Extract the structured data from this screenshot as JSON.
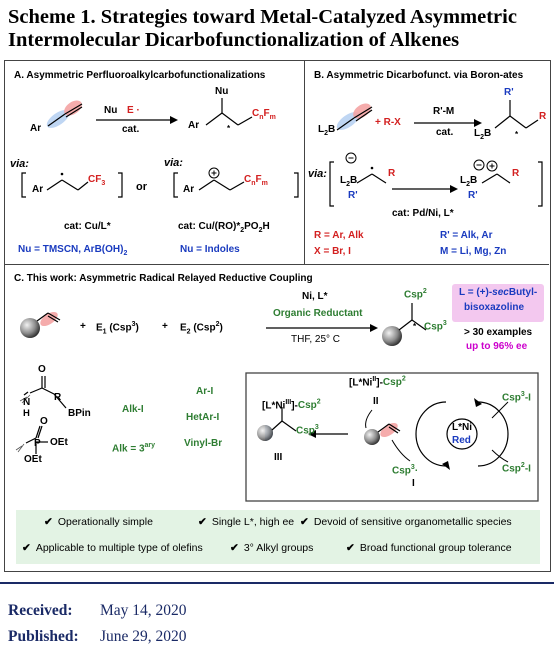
{
  "title": {
    "line1": "Scheme 1. Strategies toward Metal-Catalyzed Asymmetric",
    "line2": "Intermolecular Dicarbofunctionalization of Alkenes"
  },
  "panelA": {
    "heading": "A. Asymmetric Perfluoroalkylcarbofunctionalizations",
    "reagent_nu": "Nu",
    "reagent_e": "E ·",
    "cat": "cat.",
    "ar": "Ar",
    "nu_product": "Nu",
    "cnfm": "C",
    "via1": "via:",
    "via2": "via:",
    "int1_ar": "Ar",
    "int1_cf3": "CF",
    "or": "or",
    "int2_ar": "Ar",
    "cat1": "cat: Cu/L*",
    "cat2": "cat: Cu/(RO)*",
    "nu1": "Nu = TMSCN, ArB(OH)",
    "nu2": "Nu = Indoles"
  },
  "panelB": {
    "heading": "B. Asymmetric Dicarbofunct. via Boron-ates",
    "l2b": "L",
    "rx": "+ R-X",
    "rm": "R'-M",
    "cat": "cat.",
    "rprime": "R'",
    "r": "R",
    "via": "via:",
    "cat_line": "cat:  Pd/Ni, L*",
    "r_def": "R = Ar, Alk",
    "x_def": "X = Br, I",
    "rp_def": "R' = Alk, Ar",
    "m_def": "M = Li, Mg, Zn"
  },
  "panelC": {
    "heading": "C. This work: Asymmetric Radical Relayed Reductive Coupling",
    "plus": "+",
    "e1": "E",
    "e2": "E",
    "ni": "Ni, L*",
    "reductant": "Organic Reductant",
    "conditions": "THF, 25° C",
    "csp2": "Csp",
    "csp3": "Csp",
    "ligand_line1": "L = (+)-",
    "ligand_sec": "sec",
    "ligand_line1b": "Butyl-",
    "ligand_line2": "bisoxazoline",
    "examples": "> 30 examples",
    "ee": "up to 96% ee",
    "substrate_o": "O",
    "substrate_n": "N",
    "substrate_h": "H",
    "substrate_r": "R",
    "bpin": "BPin",
    "phos_o": "O",
    "phos_p": "P",
    "oet1": "OEt",
    "oet2": "OEt",
    "alk_i": "Alk-I",
    "alk_def": "Alk = 3",
    "ar_i": "Ar-I",
    "hetar_i": "HetAr-I",
    "vinyl_br": "Vinyl-Br",
    "cycle": {
      "intIII": "[L*Ni",
      "label_III": "III",
      "label_II": "II",
      "label_I": "I",
      "intII": "[L*Ni",
      "lni": "L*Ni",
      "red": "Red",
      "csp3_i": "Csp",
      "csp2_i": "Csp",
      "csp3_rad": "Csp"
    }
  },
  "features": [
    "Operationally simple",
    "Single L*, high ee",
    "Devoid of sensitive organometallic species",
    "Applicable to multiple type of olefins",
    "3° Alkyl groups",
    "Broad functional group tolerance"
  ],
  "footer": {
    "received_label": "Received:",
    "received": "May 14, 2020",
    "published_label": "Published:",
    "published": "June 29, 2020"
  }
}
